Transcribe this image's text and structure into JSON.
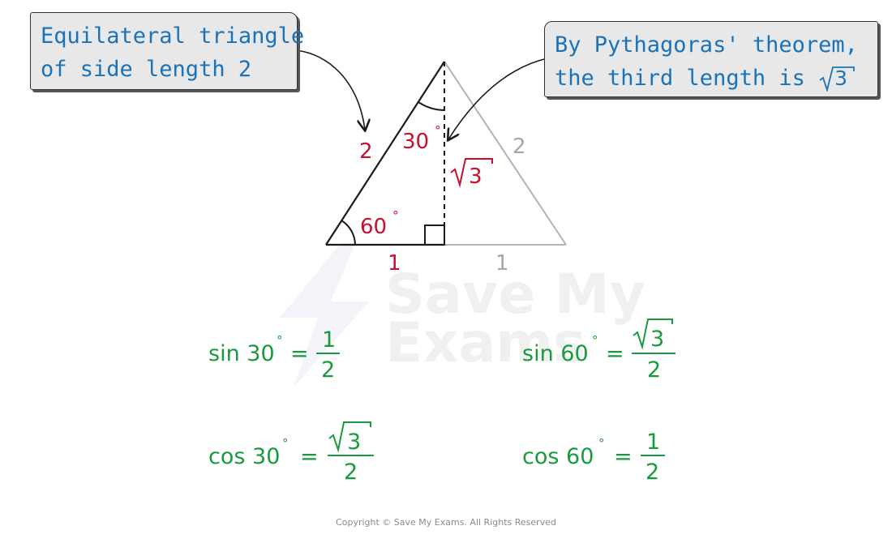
{
  "callouts": {
    "left_line1": "Equilateral triangle",
    "left_line2": "of side length 2",
    "right_line1": "By Pythagoras' theorem,",
    "right_line2": "the third length is",
    "right_radicand": "3"
  },
  "triangle": {
    "left_side": "2",
    "right_side": "2",
    "base_left": "1",
    "base_right": "1",
    "height_radicand": "3",
    "top_angle": "30",
    "bottom_angle": "60",
    "degree": "°"
  },
  "equations": {
    "sin30": {
      "lhs": "sin 30",
      "num": "1",
      "den": "2"
    },
    "sin60": {
      "lhs": "sin 60",
      "num_radicand": "3",
      "den": "2"
    },
    "cos30": {
      "lhs": "cos 30",
      "num_radicand": "3",
      "den": "2"
    },
    "cos60": {
      "lhs": "cos 60",
      "num": "1",
      "den": "2"
    },
    "equals": "="
  },
  "watermark": {
    "line1": "Save My",
    "line2": "Exams"
  },
  "copyright": "Copyright © Save My Exams. All Rights Reserved",
  "colors": {
    "label_red": "#c8102e",
    "equation_green": "#1a9a3f",
    "callout_blue": "#1a73b8",
    "grey": "#a6a6a6"
  }
}
